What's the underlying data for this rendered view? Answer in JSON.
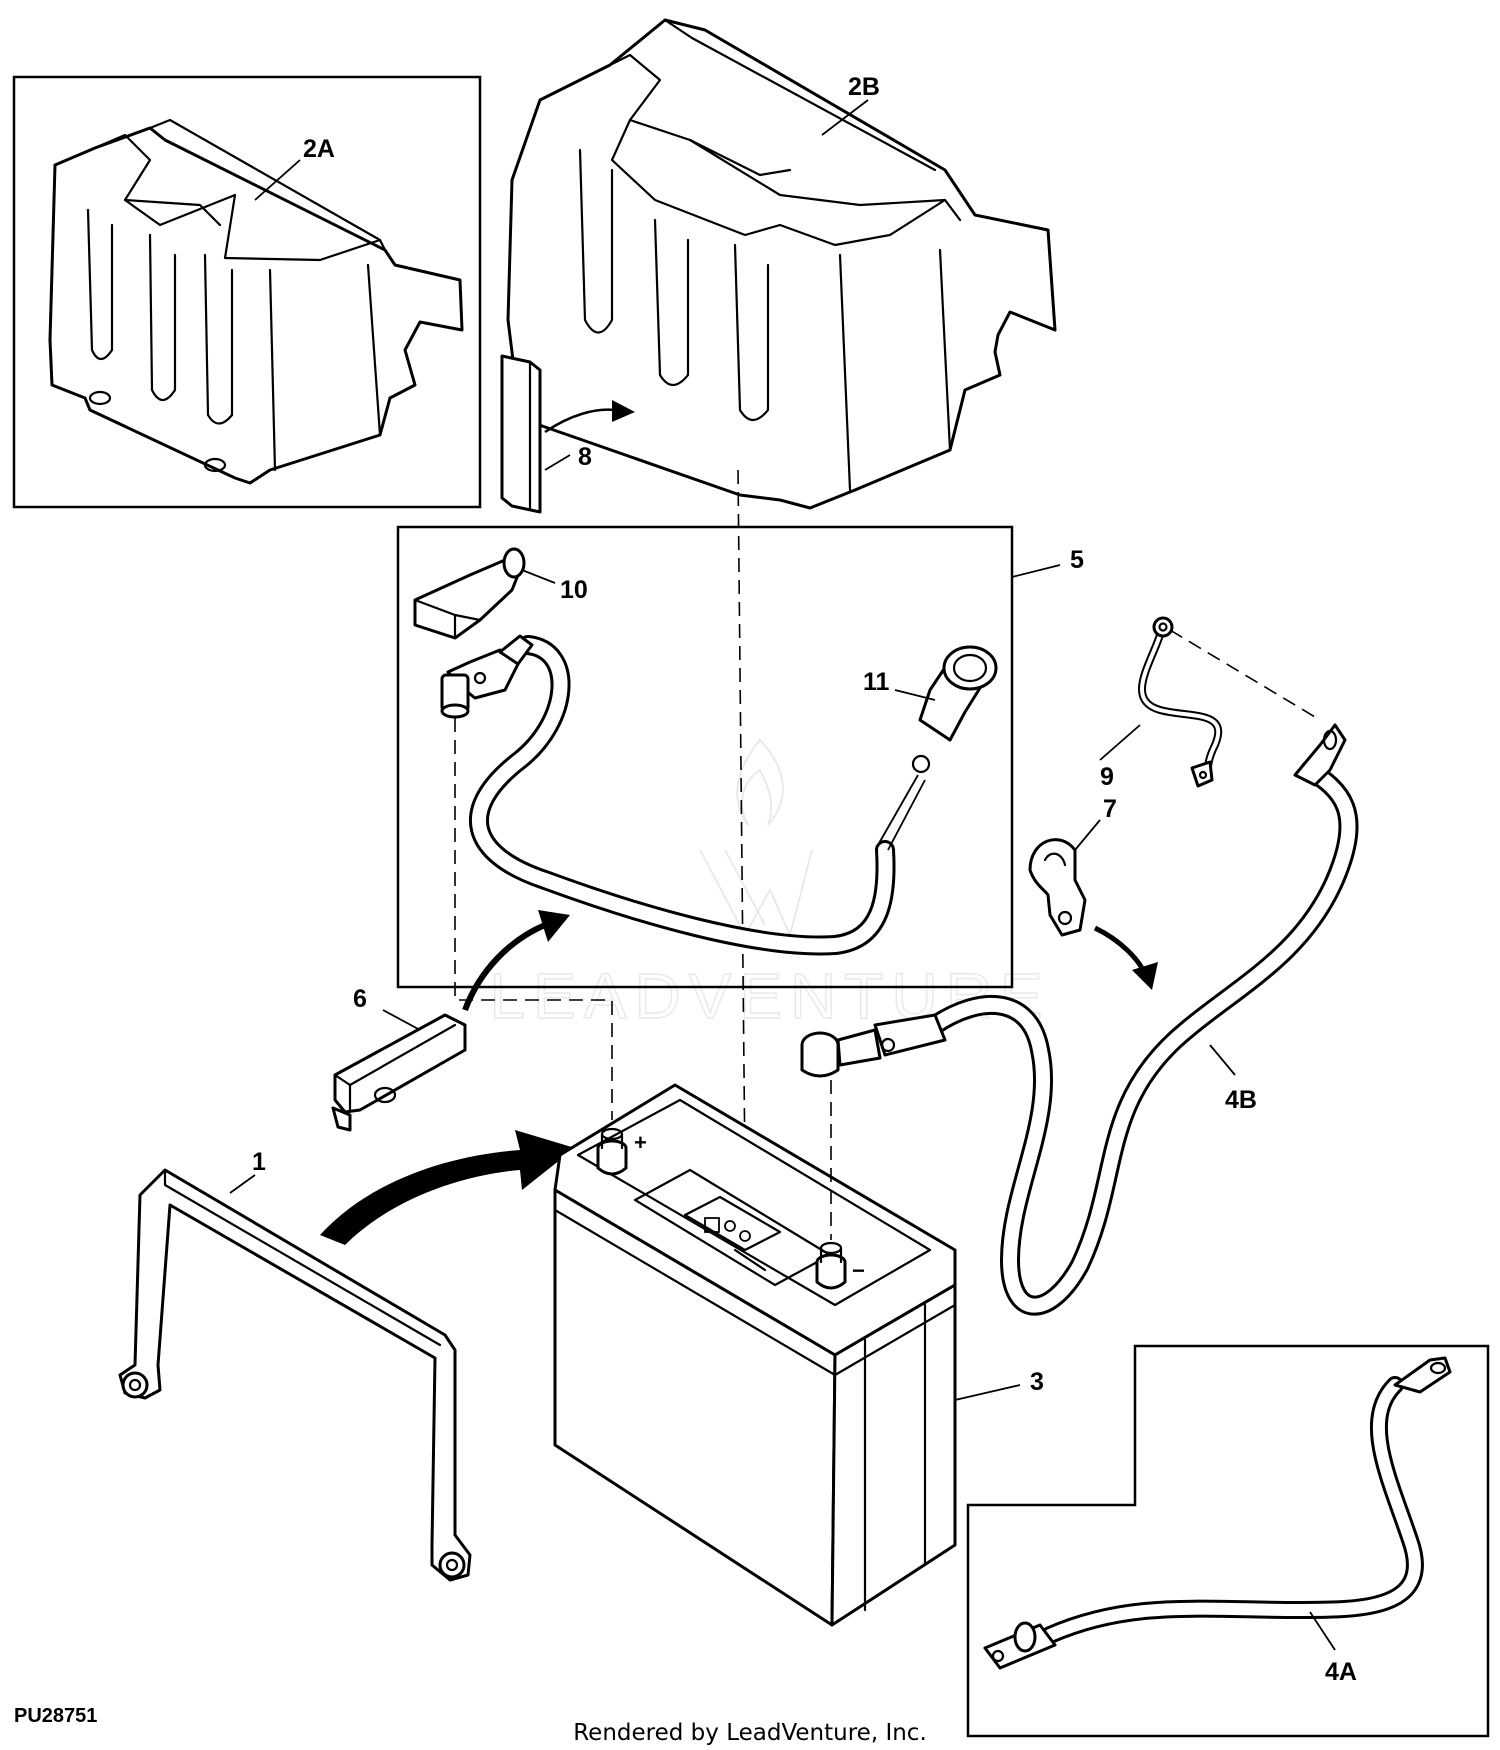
{
  "callouts": {
    "c1": "1",
    "c2a": "2A",
    "c2b": "2B",
    "c3": "3",
    "c4a": "4A",
    "c4b": "4B",
    "c5": "5",
    "c6": "6",
    "c7": "7",
    "c8": "8",
    "c9": "9",
    "c10": "10",
    "c11": "11"
  },
  "battery_markings": {
    "positive": "+",
    "negative": "−"
  },
  "figure_id": "PU28751",
  "footer": "Rendered by LeadVenture, Inc.",
  "watermark": "LEADVENTURE"
}
